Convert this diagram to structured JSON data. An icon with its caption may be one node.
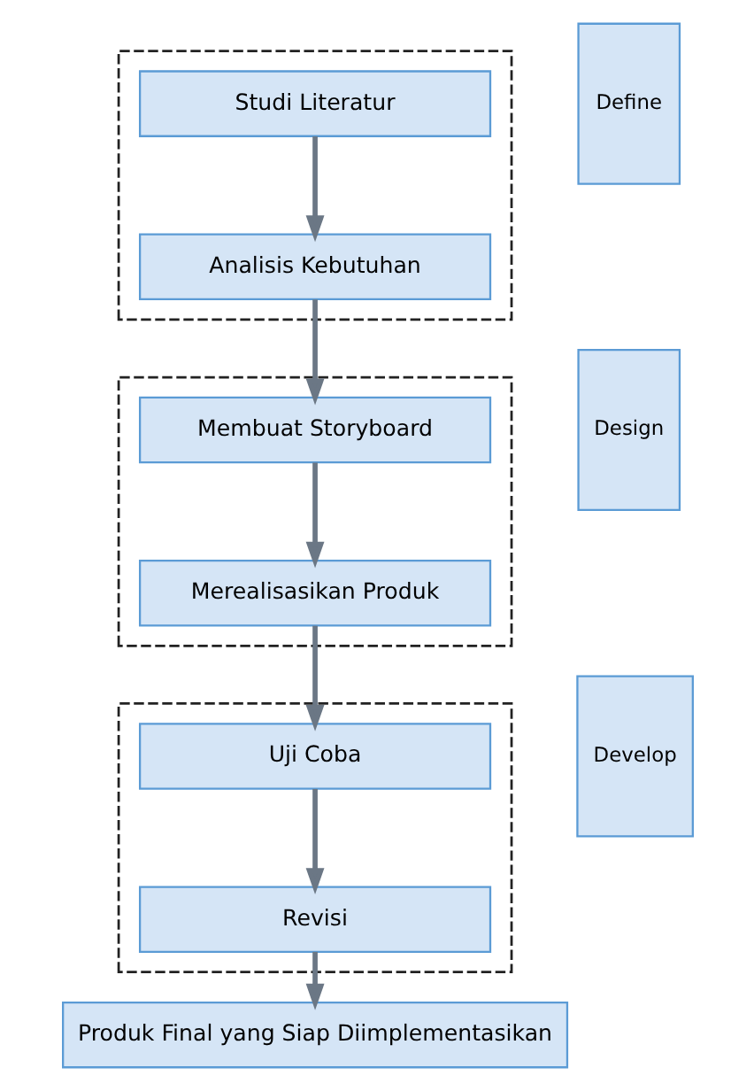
{
  "diagram": {
    "nodes": [
      {
        "text": [],
        "shape": "box"
      },
      {
        "text": [
          "Studi Literatur"
        ],
        "in": 0
      },
      {
        "text": [
          "Analisis Kebutuhan"
        ],
        "in": 0
      },
      {
        "text": [
          "Define"
        ]
      },
      {
        "text": [],
        "shape": "box"
      },
      {
        "text": [
          "Membuat Storyboard"
        ],
        "in": 4
      },
      {
        "text": [
          "Merealisasikan Produk"
        ],
        "in": 4
      },
      {
        "text": [
          "Design"
        ]
      },
      {
        "text": [],
        "shape": "box"
      },
      {
        "text": [
          "Uji Coba"
        ],
        "in": 8
      },
      {
        "text": [
          "Revisi"
        ],
        "in": 8
      },
      {
        "text": [
          "Develop"
        ]
      },
      {
        "text": [
          "Produk Final yang Siap Diimplementasikan"
        ]
      }
    ],
    "edges": [
      {
        "from": 1,
        "to": 2,
        "arrow": "to"
      },
      {
        "from": 2,
        "to": 5,
        "arrow": "to"
      },
      {
        "from": 5,
        "to": 6,
        "arrow": "to"
      },
      {
        "from": 6,
        "to": 9,
        "arrow": "to"
      },
      {
        "from": 9,
        "to": 10,
        "arrow": "to"
      },
      {
        "from": 10,
        "to": 12,
        "arrow": "to"
      }
    ]
  }
}
